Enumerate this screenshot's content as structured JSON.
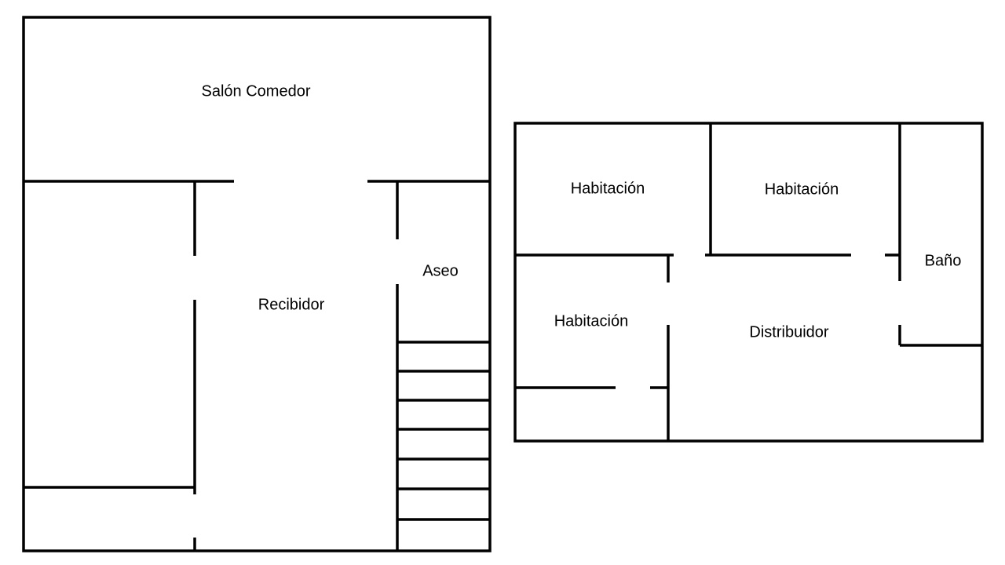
{
  "ground_floor": {
    "rooms": {
      "living_dining": "Salón Comedor",
      "hall": "Recibidor",
      "toilet": "Aseo"
    }
  },
  "upper_floor": {
    "rooms": {
      "bedroom_1": "Habitación",
      "bedroom_2": "Habitación",
      "bedroom_3": "Habitación",
      "landing": "Distribuidor",
      "bathroom": "Baño"
    }
  }
}
